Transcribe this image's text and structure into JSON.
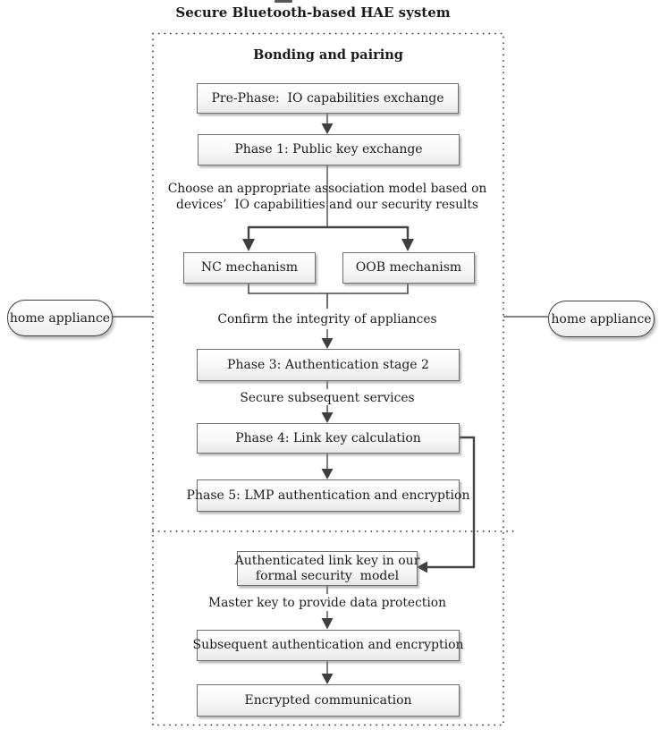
{
  "title": "Secure Bluetooth-based HAE system",
  "diagram": {
    "section1_heading": "Bonding and pairing",
    "boxes": {
      "pre_phase": "Pre-Phase:  IO capabilities exchange",
      "phase1": "Phase 1: Public key exchange",
      "nc": "NC mechanism",
      "oob": "OOB mechanism",
      "phase3": "Phase 3: Authentication stage 2",
      "phase4": "Phase 4: Link key calculation",
      "phase5": "Phase 5: LMP authentication and encryption",
      "auth_link_key_line1": "Authenticated link key in our",
      "auth_link_key_line2": "formal security  model",
      "subsequent": "Subsequent authentication and encryption",
      "encrypted": "Encrypted communication"
    },
    "labels": {
      "choose_line1": "Choose an appropriate association model based on",
      "choose_line2": "devices’  IO capabilities and our security results",
      "confirm": "Confirm the integrity of appliances",
      "secure": "Secure subsequent services",
      "master": "Master key to provide data protection"
    },
    "side_nodes": {
      "left": "home appliance",
      "right": "home appliance"
    },
    "colors": {
      "line": "#4a4a4a",
      "thick_line": "#444444",
      "arrowhead": "#3f3f3f",
      "dotted_border": "#3a3a3a",
      "box_border": "#6f6f6f",
      "text": "#1b1b1b"
    }
  }
}
